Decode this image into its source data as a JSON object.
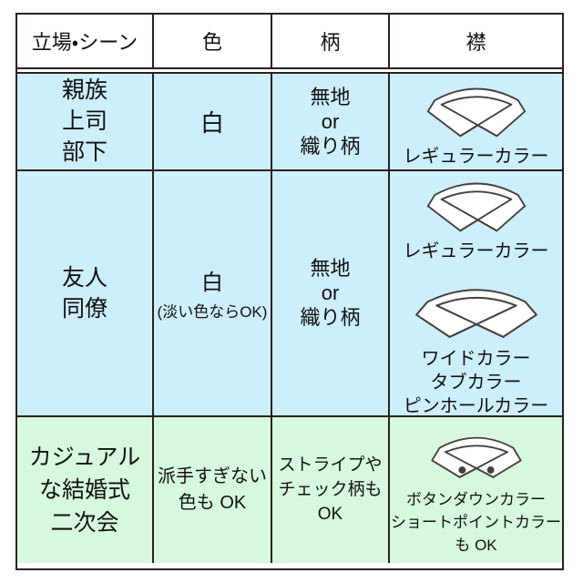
{
  "colors": {
    "formal_row_bg": "#cdeefb",
    "casual_row_bg": "#d6f8de",
    "border": "#2b211e",
    "text": "#111111",
    "collar_fill": "#ffffff",
    "collar_stroke": "#453f3c"
  },
  "table": {
    "headers": [
      {
        "label": "立場・シーン"
      },
      {
        "label": "色"
      },
      {
        "label": "柄"
      },
      {
        "label": "襟"
      }
    ],
    "rows": [
      {
        "tone": "formal",
        "scene": [
          "親族",
          "上司",
          "部下"
        ],
        "color": {
          "main": "白",
          "note": ""
        },
        "pattern": [
          "無地",
          "or",
          "織り柄"
        ],
        "collars": [
          {
            "icon": "regular-collar",
            "labels": [
              "レギュラーカラー"
            ]
          }
        ]
      },
      {
        "tone": "formal",
        "scene": [
          "友人",
          "同僚"
        ],
        "color": {
          "main": "白",
          "note": "(淡い色ならOK)"
        },
        "pattern": [
          "無地",
          "or",
          "織り柄"
        ],
        "collars": [
          {
            "icon": "regular-collar",
            "labels": [
              "レギュラーカラー"
            ]
          },
          {
            "icon": "wide-collar",
            "labels": [
              "ワイドカラー",
              "タブカラー",
              "ピンホールカラー"
            ]
          }
        ]
      },
      {
        "tone": "casual",
        "scene": [
          "カジュアル",
          "な結婚式",
          "二次会"
        ],
        "color": {
          "lines": [
            "派手すぎない",
            "色も OK"
          ]
        },
        "pattern": [
          "ストライプや",
          "チェック柄も",
          "OK"
        ],
        "collars": [
          {
            "icon": "button-down-collar",
            "labels": [
              "ボタンダウンカラー",
              "ショートポイントカラー",
              "も OK"
            ]
          }
        ]
      }
    ]
  }
}
